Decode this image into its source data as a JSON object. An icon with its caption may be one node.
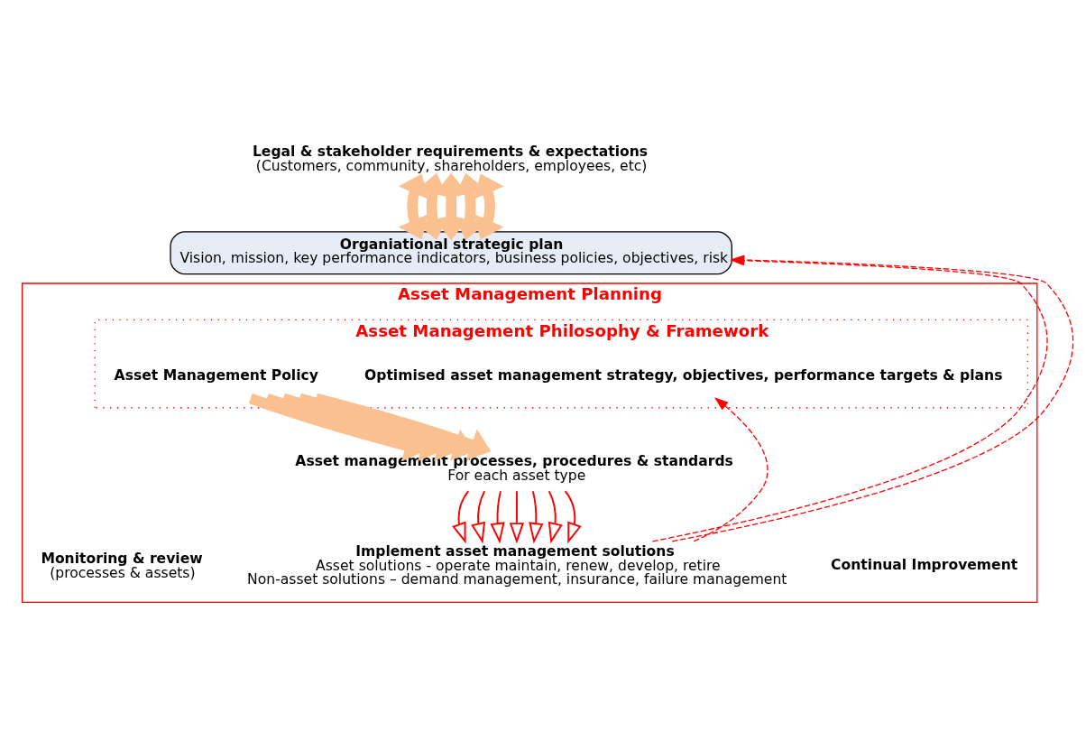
{
  "diagram": {
    "nodes": [
      {
        "text": [
          "Legal & stakeholder requirements & expectations",
          "(Customers, community, shareholders, employees, etc)"
        ]
      },
      {
        "text": [
          "Organiational strategic plan",
          "Vision, mission, key performance indicators, business policies, objectives, risk"
        ]
      },
      {
        "text": [
          "Asset Management Planning"
        ]
      },
      {
        "text": [
          "Asset Management Philosophy & Framework"
        ],
        "in": 2
      },
      {
        "text": [
          "Asset Management Policy"
        ],
        "in": 3
      },
      {
        "text": [
          "Optimised asset management strategy, objectives, performance targets & plans"
        ],
        "in": 3
      },
      {
        "text": [
          "Asset management processes, procedures & standards",
          "For each asset type"
        ],
        "in": 2
      },
      {
        "text": [
          "Implement asset management solutions",
          "Asset solutions - operate maintain, renew, develop, retire",
          "Non-asset solutions – demand management, insurance, failure management"
        ],
        "in": 2
      },
      {
        "text": [
          "Monitoring & review",
          "(processes & assets)"
        ],
        "in": 2
      }
    ],
    "edges": [
      {
        "from": 0,
        "to": 1,
        "arrow": "both",
        "style": "thick",
        "color": "#fac090"
      },
      {
        "from": 0,
        "to": 1,
        "arrow": "both",
        "style": "thick",
        "color": "#fac090"
      },
      {
        "from": 0,
        "to": 1,
        "arrow": "both",
        "style": "thick",
        "color": "#fac090"
      },
      {
        "from": 0,
        "to": 1,
        "arrow": "both",
        "style": "thick",
        "color": "#fac090"
      },
      {
        "from": 0,
        "to": 1,
        "arrow": "both",
        "style": "thick",
        "color": "#fac090"
      },
      {
        "from": 4,
        "to": 6,
        "arrow": "to",
        "style": "thick",
        "color": "#fac090"
      },
      {
        "from": 4,
        "to": 6,
        "arrow": "to",
        "style": "thick",
        "color": "#fac090"
      },
      {
        "from": 4,
        "to": 6,
        "arrow": "to",
        "style": "thick",
        "color": "#fac090"
      },
      {
        "from": 4,
        "to": 6,
        "arrow": "to",
        "style": "thick",
        "color": "#fac090"
      },
      {
        "from": 4,
        "to": 6,
        "arrow": "to",
        "style": "thick",
        "color": "#fac090"
      },
      {
        "from": 6,
        "to": 7,
        "arrow": "to",
        "color": "#ff0000"
      },
      {
        "from": 6,
        "to": 7,
        "arrow": "to",
        "color": "#ff0000"
      },
      {
        "from": 6,
        "to": 7,
        "arrow": "to",
        "color": "#ff0000"
      },
      {
        "from": 6,
        "to": 7,
        "arrow": "to",
        "color": "#ff0000"
      },
      {
        "from": 6,
        "to": 7,
        "arrow": "to",
        "color": "#ff0000"
      },
      {
        "from": 6,
        "to": 7,
        "arrow": "to",
        "color": "#ff0000"
      },
      {
        "from": 6,
        "to": 7,
        "arrow": "to",
        "color": "#ff0000"
      },
      {
        "from": 7,
        "to": 1,
        "arrow": "to",
        "style": "dashed",
        "color": "#ff0000"
      },
      {
        "from": 7,
        "to": 1,
        "arrow": "to",
        "style": "dashed",
        "color": "#ff0000"
      },
      {
        "from": 7,
        "to": 5,
        "arrow": "to",
        "style": "dashed",
        "color": "#ff0000"
      }
    ],
    "labels": [
      "Continual Improvement"
    ]
  }
}
